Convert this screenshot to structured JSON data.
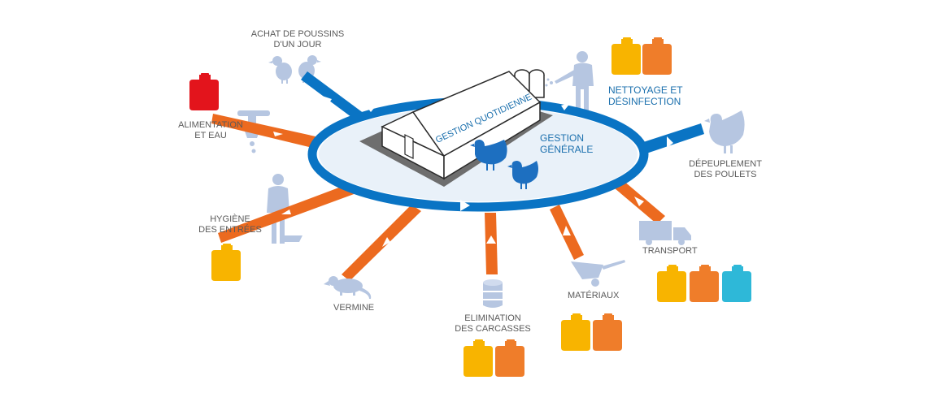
{
  "labels": {
    "barn": "GESTION QUOTIDIENNE",
    "general": "GESTION\nGÉNÉRALE",
    "cleaning": "NETTOYAGE ET\nDÉSINFECTION",
    "chicks": "ACHAT DE POUSSINS\nD'UN JOUR",
    "feed": "ALIMENTATION\nET EAU",
    "hygiene": "HYGIÈNE\nDES ENTRÉES",
    "vermin": "VERMINE",
    "carcass": "ELIMINATION\nDES CARCASSES",
    "materials": "MATÉRIAUX",
    "transport": "TRANSPORT",
    "depop": "DÉPEUPLEMENT\nDES POULETS"
  },
  "colors": {
    "blue": "#0a74c4",
    "orange": "#ec6a1f",
    "silhouette": "#b6c6e1",
    "hen": "#1d6fc0",
    "canister_red": "#e3141c",
    "canister_yellow": "#f8b400",
    "canister_orange": "#ef7d2a",
    "canister_cyan": "#2eb8d8"
  },
  "icons": {
    "chicks": "chick-icon",
    "feed": "feeder-pipe-icon",
    "hygiene": "person-footbath-icon",
    "vermin": "rat-icon",
    "carcass": "barrel-icon",
    "materials": "wheelbarrow-icon",
    "transport": "truck-icon",
    "depop": "hen-icon",
    "cleaning": "sprayer-person-icon",
    "barn": "poultry-house-icon"
  },
  "canister_groups": {
    "feed": [
      "red"
    ],
    "cleaning": [
      "yellow",
      "orange"
    ],
    "hygiene": [
      "yellow"
    ],
    "carcass": [
      "yellow",
      "orange"
    ],
    "materials": [
      "yellow",
      "orange"
    ],
    "transport": [
      "yellow",
      "orange",
      "cyan"
    ]
  }
}
